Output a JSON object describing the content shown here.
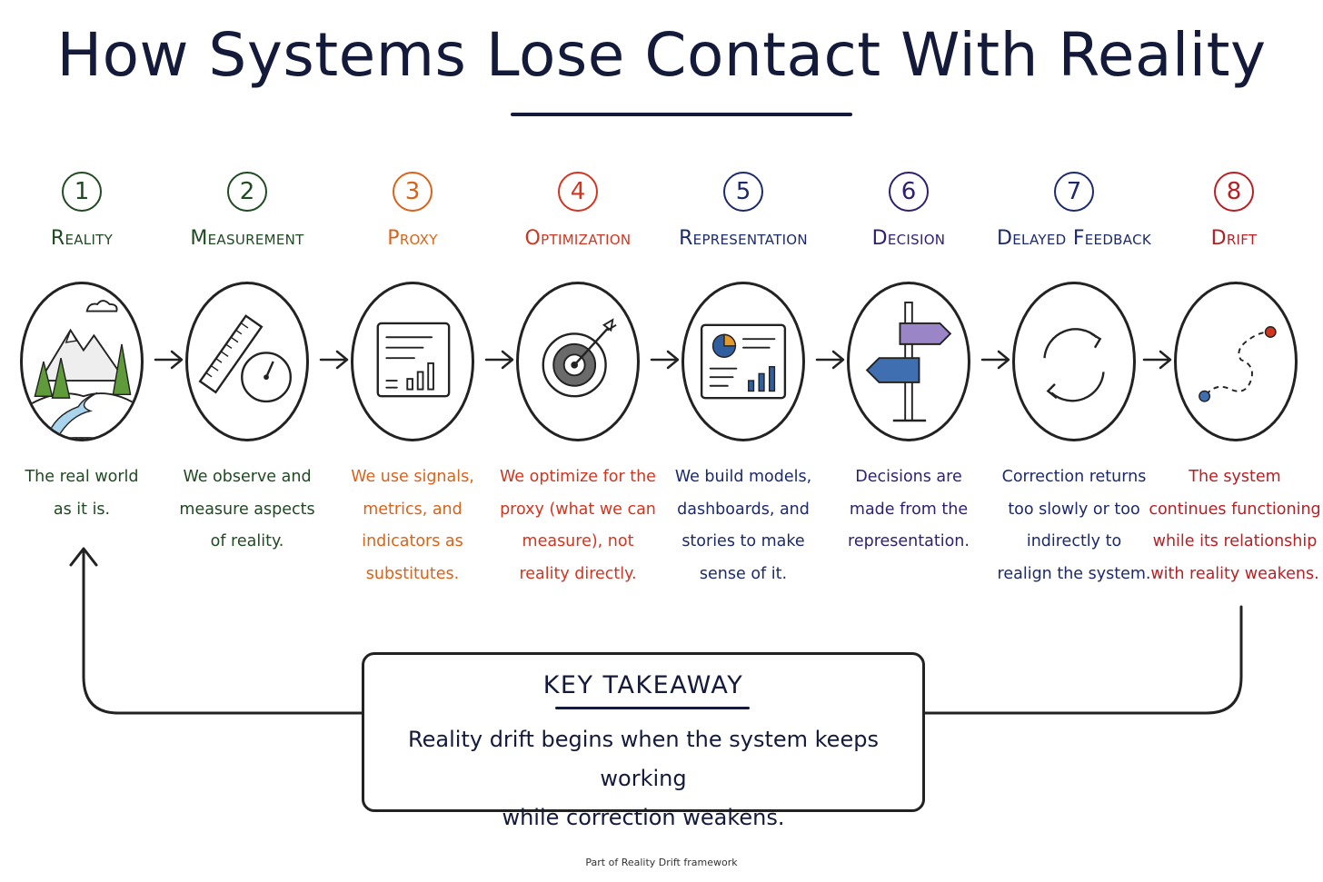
{
  "title": {
    "main": "How Systems Lose Contact With Reality"
  },
  "steps": [
    {
      "number": "1",
      "label": "Reality",
      "color": "#1f4a22",
      "icon": "landscape-icon",
      "desc": [
        "The real world",
        "as it is."
      ]
    },
    {
      "number": "2",
      "label": "Measurement",
      "color": "#1f4a22",
      "icon": "ruler-gauge-icon",
      "desc": [
        "We observe and",
        "measure aspects",
        "of reality."
      ]
    },
    {
      "number": "3",
      "label": "Proxy",
      "color": "#d8631a",
      "icon": "report-chart-icon",
      "desc": [
        "We use signals,",
        "metrics, and",
        "indicators as",
        "substitutes."
      ]
    },
    {
      "number": "4",
      "label": "Optimization",
      "color": "#d2351f",
      "icon": "target-icon",
      "desc": [
        "We optimize for the",
        "proxy (what we can",
        "measure), not",
        "reality directly."
      ]
    },
    {
      "number": "5",
      "label": "Representation",
      "color": "#1c2a6b",
      "icon": "dashboard-icon",
      "desc": [
        "We build models,",
        "dashboards, and",
        "stories to make",
        "sense of it."
      ]
    },
    {
      "number": "6",
      "label": "Decision",
      "color": "#2f1f6e",
      "icon": "signpost-icon",
      "desc": [
        "Decisions are",
        "made from the",
        "representation."
      ]
    },
    {
      "number": "7",
      "label": "Delayed Feedback",
      "color": "#1c2a6b",
      "icon": "cycle-arrows-icon",
      "desc": [
        "Correction returns",
        "too slowly or too",
        "indirectly to",
        "realign the system."
      ]
    },
    {
      "number": "8",
      "label": "Drift",
      "color": "#b81f24",
      "icon": "drift-path-icon",
      "desc": [
        "The system",
        "continues functioning",
        "while its relationship",
        "with reality weakens."
      ]
    }
  ],
  "takeaway": {
    "heading": "KEY TAKEAWAY",
    "lines": [
      "Reality drift begins when the system keeps working",
      "while correction weakens."
    ]
  },
  "footer": "Part of Reality Drift framework"
}
